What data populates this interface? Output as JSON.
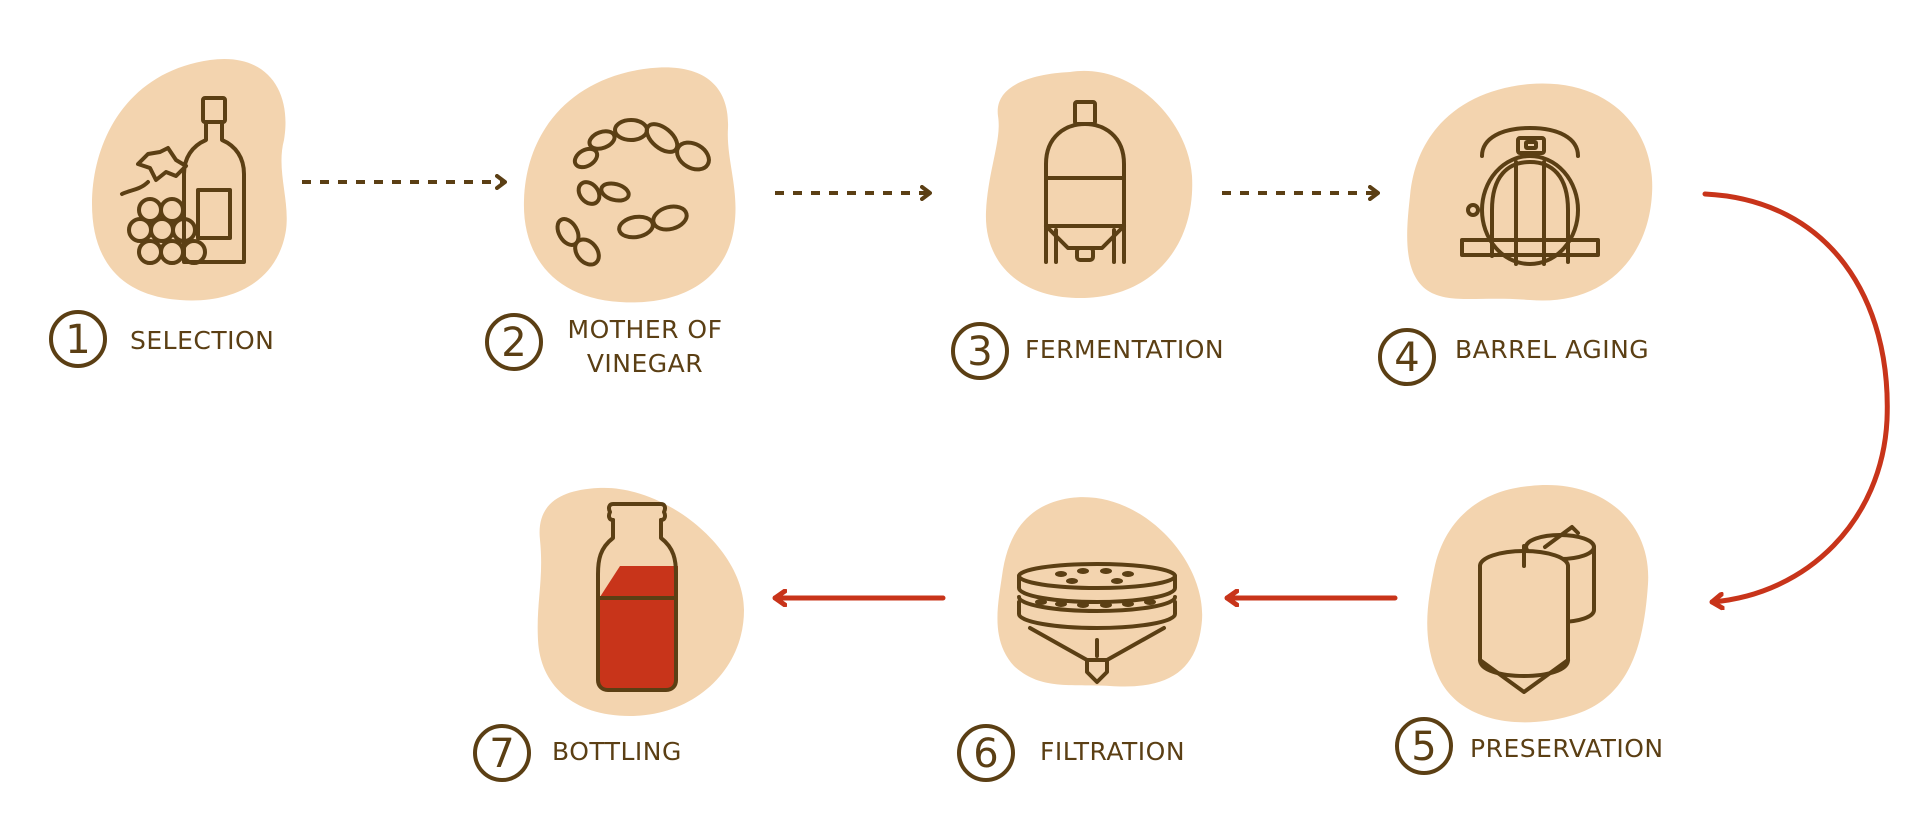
{
  "colors": {
    "brown": "#5b3f14",
    "blob": "#f3d4af",
    "red": "#c8341a",
    "background": "#ffffff"
  },
  "steps": [
    {
      "number": "1",
      "label_lines": [
        "SELECTION"
      ],
      "icon": "wine-bottle-grapes-icon"
    },
    {
      "number": "2",
      "label_lines": [
        "MOTHER OF",
        "VINEGAR"
      ],
      "icon": "mother-of-vinegar-icon"
    },
    {
      "number": "3",
      "label_lines": [
        "FERMENTATION"
      ],
      "icon": "fermentation-tank-icon"
    },
    {
      "number": "4",
      "label_lines": [
        "BARREL AGING"
      ],
      "icon": "barrel-icon"
    },
    {
      "number": "5",
      "label_lines": [
        "PRESERVATION"
      ],
      "icon": "storage-tanks-icon"
    },
    {
      "number": "6",
      "label_lines": [
        "FILTRATION"
      ],
      "icon": "filter-icon"
    },
    {
      "number": "7",
      "label_lines": [
        "BOTTLING"
      ],
      "icon": "vinegar-bottle-icon"
    }
  ],
  "connectors": [
    {
      "from": "1",
      "to": "2",
      "style": "dotted"
    },
    {
      "from": "2",
      "to": "3",
      "style": "dotted"
    },
    {
      "from": "3",
      "to": "4",
      "style": "dotted"
    },
    {
      "from": "4",
      "to": "5",
      "style": "solid"
    },
    {
      "from": "5",
      "to": "6",
      "style": "solid"
    },
    {
      "from": "6",
      "to": "7",
      "style": "solid"
    }
  ]
}
